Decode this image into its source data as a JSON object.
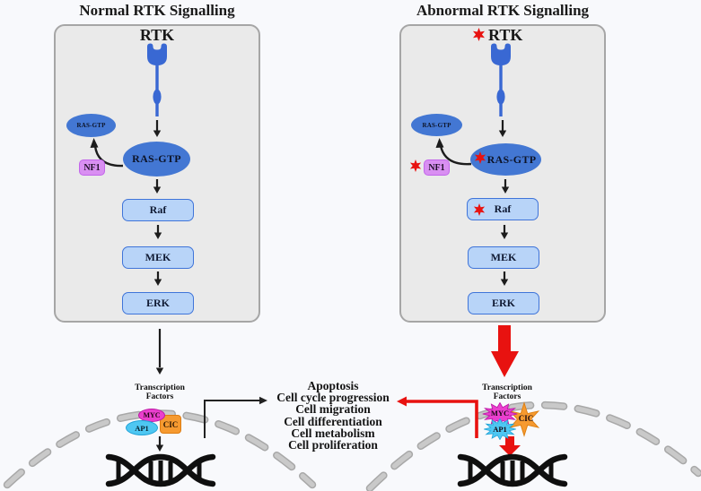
{
  "colors": {
    "background": "#f8f9fc",
    "panel_fill": "#eaeaea",
    "panel_border": "#a6a6a6",
    "receptor_blue": "#3968d3",
    "ras_ellipse_blue": "#4377d3",
    "cascade_box_fill": "#b8d4f8",
    "cascade_box_border": "#3f74d9",
    "nf1_purple": "#d98ff2",
    "myc_magenta": "#ea3fce",
    "ap1_cyan": "#4ec7f2",
    "cic_orange": "#f69a30",
    "mutation_red": "#e81210",
    "membrane_gray": "#bdbdbd",
    "dna_black": "#0f0f0f"
  },
  "left_panel": {
    "title": "Normal RTK Signalling",
    "rtk_label": "RTK",
    "ras_small_label": "RAS-GTP",
    "ras_main_label": "RAS-GTP",
    "nf1_label": "NF1",
    "cascade": [
      "Raf",
      "MEK",
      "ERK"
    ]
  },
  "right_panel": {
    "title": "Abnormal RTK Signalling",
    "rtk_label": "RTK",
    "ras_small_label": "RAS-GTP",
    "ras_main_label": "RAS-GTP",
    "nf1_label": "NF1",
    "cascade": [
      "Raf",
      "MEK",
      "ERK"
    ]
  },
  "nucleus_left": {
    "tf_line1": "Transcription",
    "tf_line2": "Factors",
    "myc_label": "MYC",
    "ap1_label": "AP1",
    "cic_label": "CIC"
  },
  "nucleus_right": {
    "tf_line1": "Transcription",
    "tf_line2": "Factors",
    "myc_label": "MYC",
    "ap1_label": "AP1",
    "cic_label": "CIC"
  },
  "outcomes": [
    "Apoptosis",
    "Cell cycle progression",
    "Cell migration",
    "Cell differentiation",
    "Cell metabolism",
    "Cell proliferation"
  ]
}
